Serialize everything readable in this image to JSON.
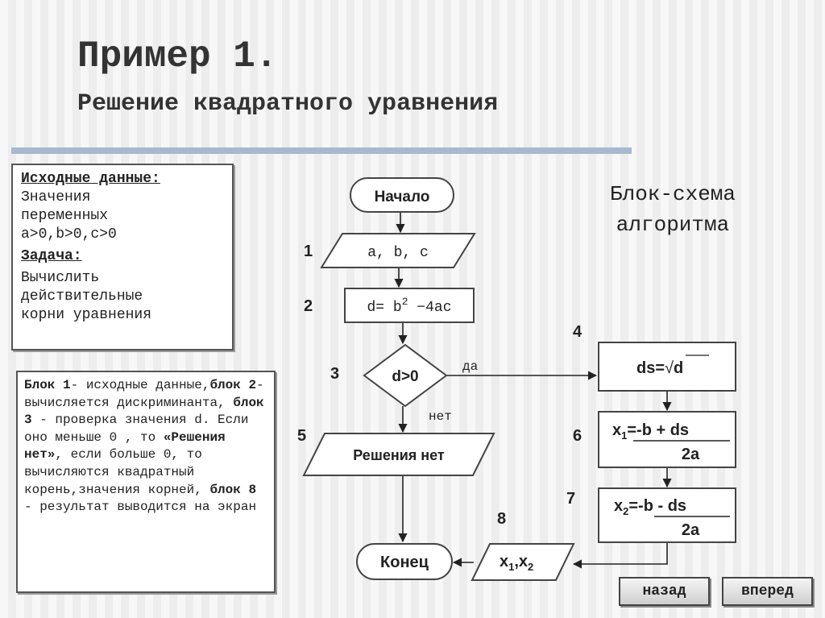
{
  "header": {
    "title": "Пример 1.",
    "subtitle": "Решение квадратного уравнения"
  },
  "given": {
    "heading_data": "Исходные данные:",
    "data_lines": [
      "Значения",
      "переменных",
      "a>0,b>0,c>0"
    ],
    "heading_task": "Задача:",
    "task_lines": [
      "Вычислить",
      "действительные",
      "корни уравнения"
    ]
  },
  "description": {
    "parts": [
      {
        "b": true,
        "t": "Блок 1"
      },
      {
        "b": false,
        "t": "- исходные данные,"
      },
      {
        "b": true,
        "t": "блок 2"
      },
      {
        "b": false,
        "t": "-вычисляется дискриминанта, "
      },
      {
        "b": true,
        "t": "блок 3"
      },
      {
        "b": false,
        "t": " - проверка значения d. Если оно меньше 0 , то "
      },
      {
        "b": true,
        "t": "«Решения нет»"
      },
      {
        "b": false,
        "t": ", если больше 0, то вычисляются квадратный корень,значения корней, "
      },
      {
        "b": true,
        "t": "блок 8"
      },
      {
        "b": false,
        "t": " - результат выводится на экран"
      }
    ]
  },
  "schema_title": [
    "Блок-схема",
    "алгоритма"
  ],
  "flowchart": {
    "start": "Начало",
    "input": "a, b, c",
    "disc": {
      "base": "d= b",
      "sup": "2",
      "rest": " −4ac"
    },
    "cond": "d>0",
    "yes": "да",
    "no": "нет",
    "no_solution": "Решения нет",
    "sqrt": {
      "left": "ds=",
      "radical": "√",
      "arg": "d"
    },
    "x1": {
      "var": "x",
      "sub": "1",
      "num": "=-b + ds",
      "den": "2a"
    },
    "x2": {
      "var": "x",
      "sub": "2",
      "num": "=-b - ds",
      "den": "2a"
    },
    "output": {
      "a": "x",
      "s1": "1",
      "sep": ",x",
      "s2": "2"
    },
    "end": "Конец",
    "numbers": [
      "1",
      "2",
      "3",
      "4",
      "5",
      "6",
      "7",
      "8"
    ]
  },
  "nav": {
    "back": "назад",
    "forward": "вперед"
  }
}
